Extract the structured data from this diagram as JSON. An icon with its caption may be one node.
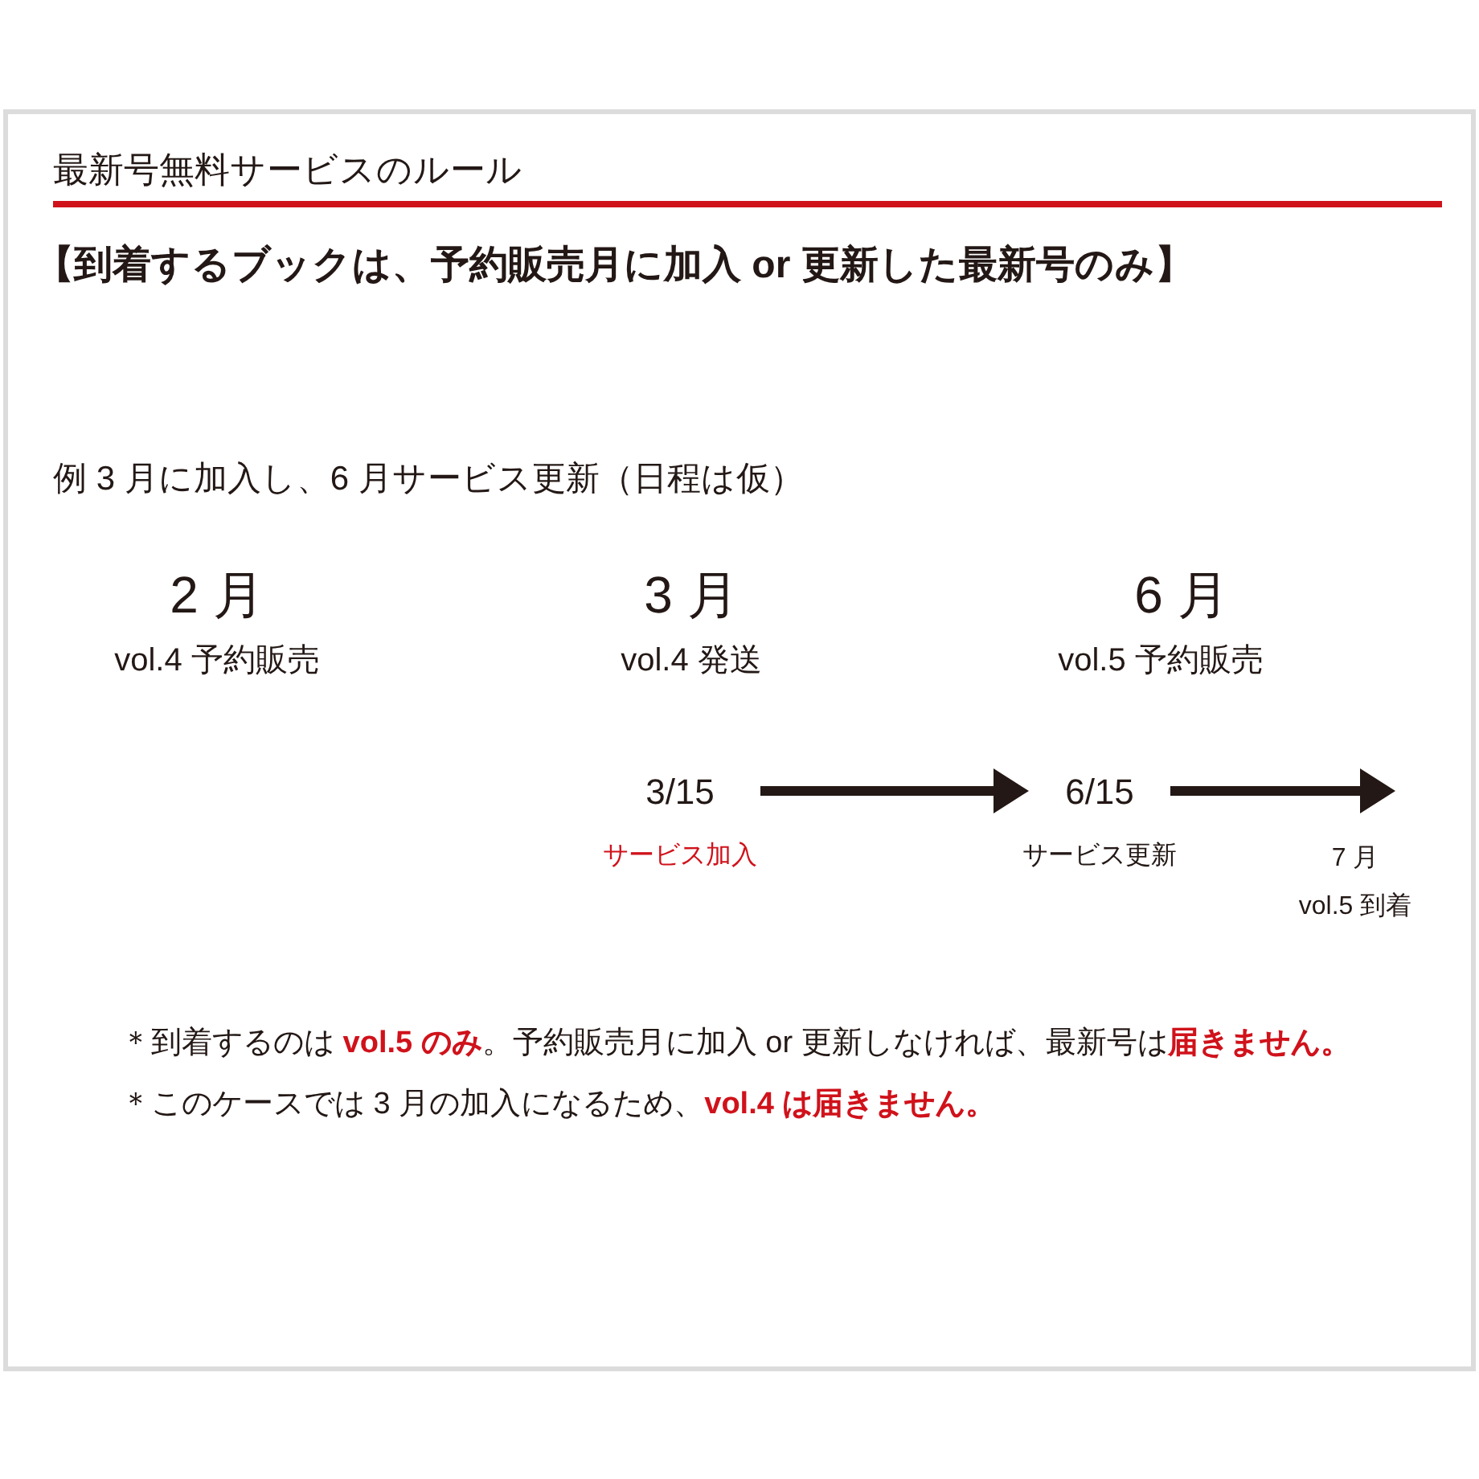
{
  "diagram": {
    "title": "最新号無料サービスのルール",
    "nodes": [
      {
        "text": [
          "3/15"
        ],
        "beside": [
          "サービス加入"
        ]
      },
      {
        "text": [
          "6/15"
        ],
        "beside": [
          "サービス更新"
        ]
      }
    ],
    "edges": [
      {
        "from": 0,
        "to": 1,
        "arrow": "to"
      },
      {
        "from": 1,
        "to": null,
        "arrow": "to"
      }
    ],
    "labels": [
      "【到着するブックは、予約販売月に加入 or 更新した最新号のみ】",
      "例 3 月に加入し、6 月サービス更新（日程は仮）",
      "2 月",
      "vol.4 予約販売",
      "3 月",
      "vol.4 発送",
      "6 月",
      "vol.5 予約販売",
      "7 月",
      "vol.5 到着",
      "＊到着するのは **vol.5 のみ**。予約販売月に加入 or 更新しなければ、最新号は**届きません。**",
      "＊このケースでは 3 月の加入になるため、**vol.4 は届きません。**"
    ]
  }
}
